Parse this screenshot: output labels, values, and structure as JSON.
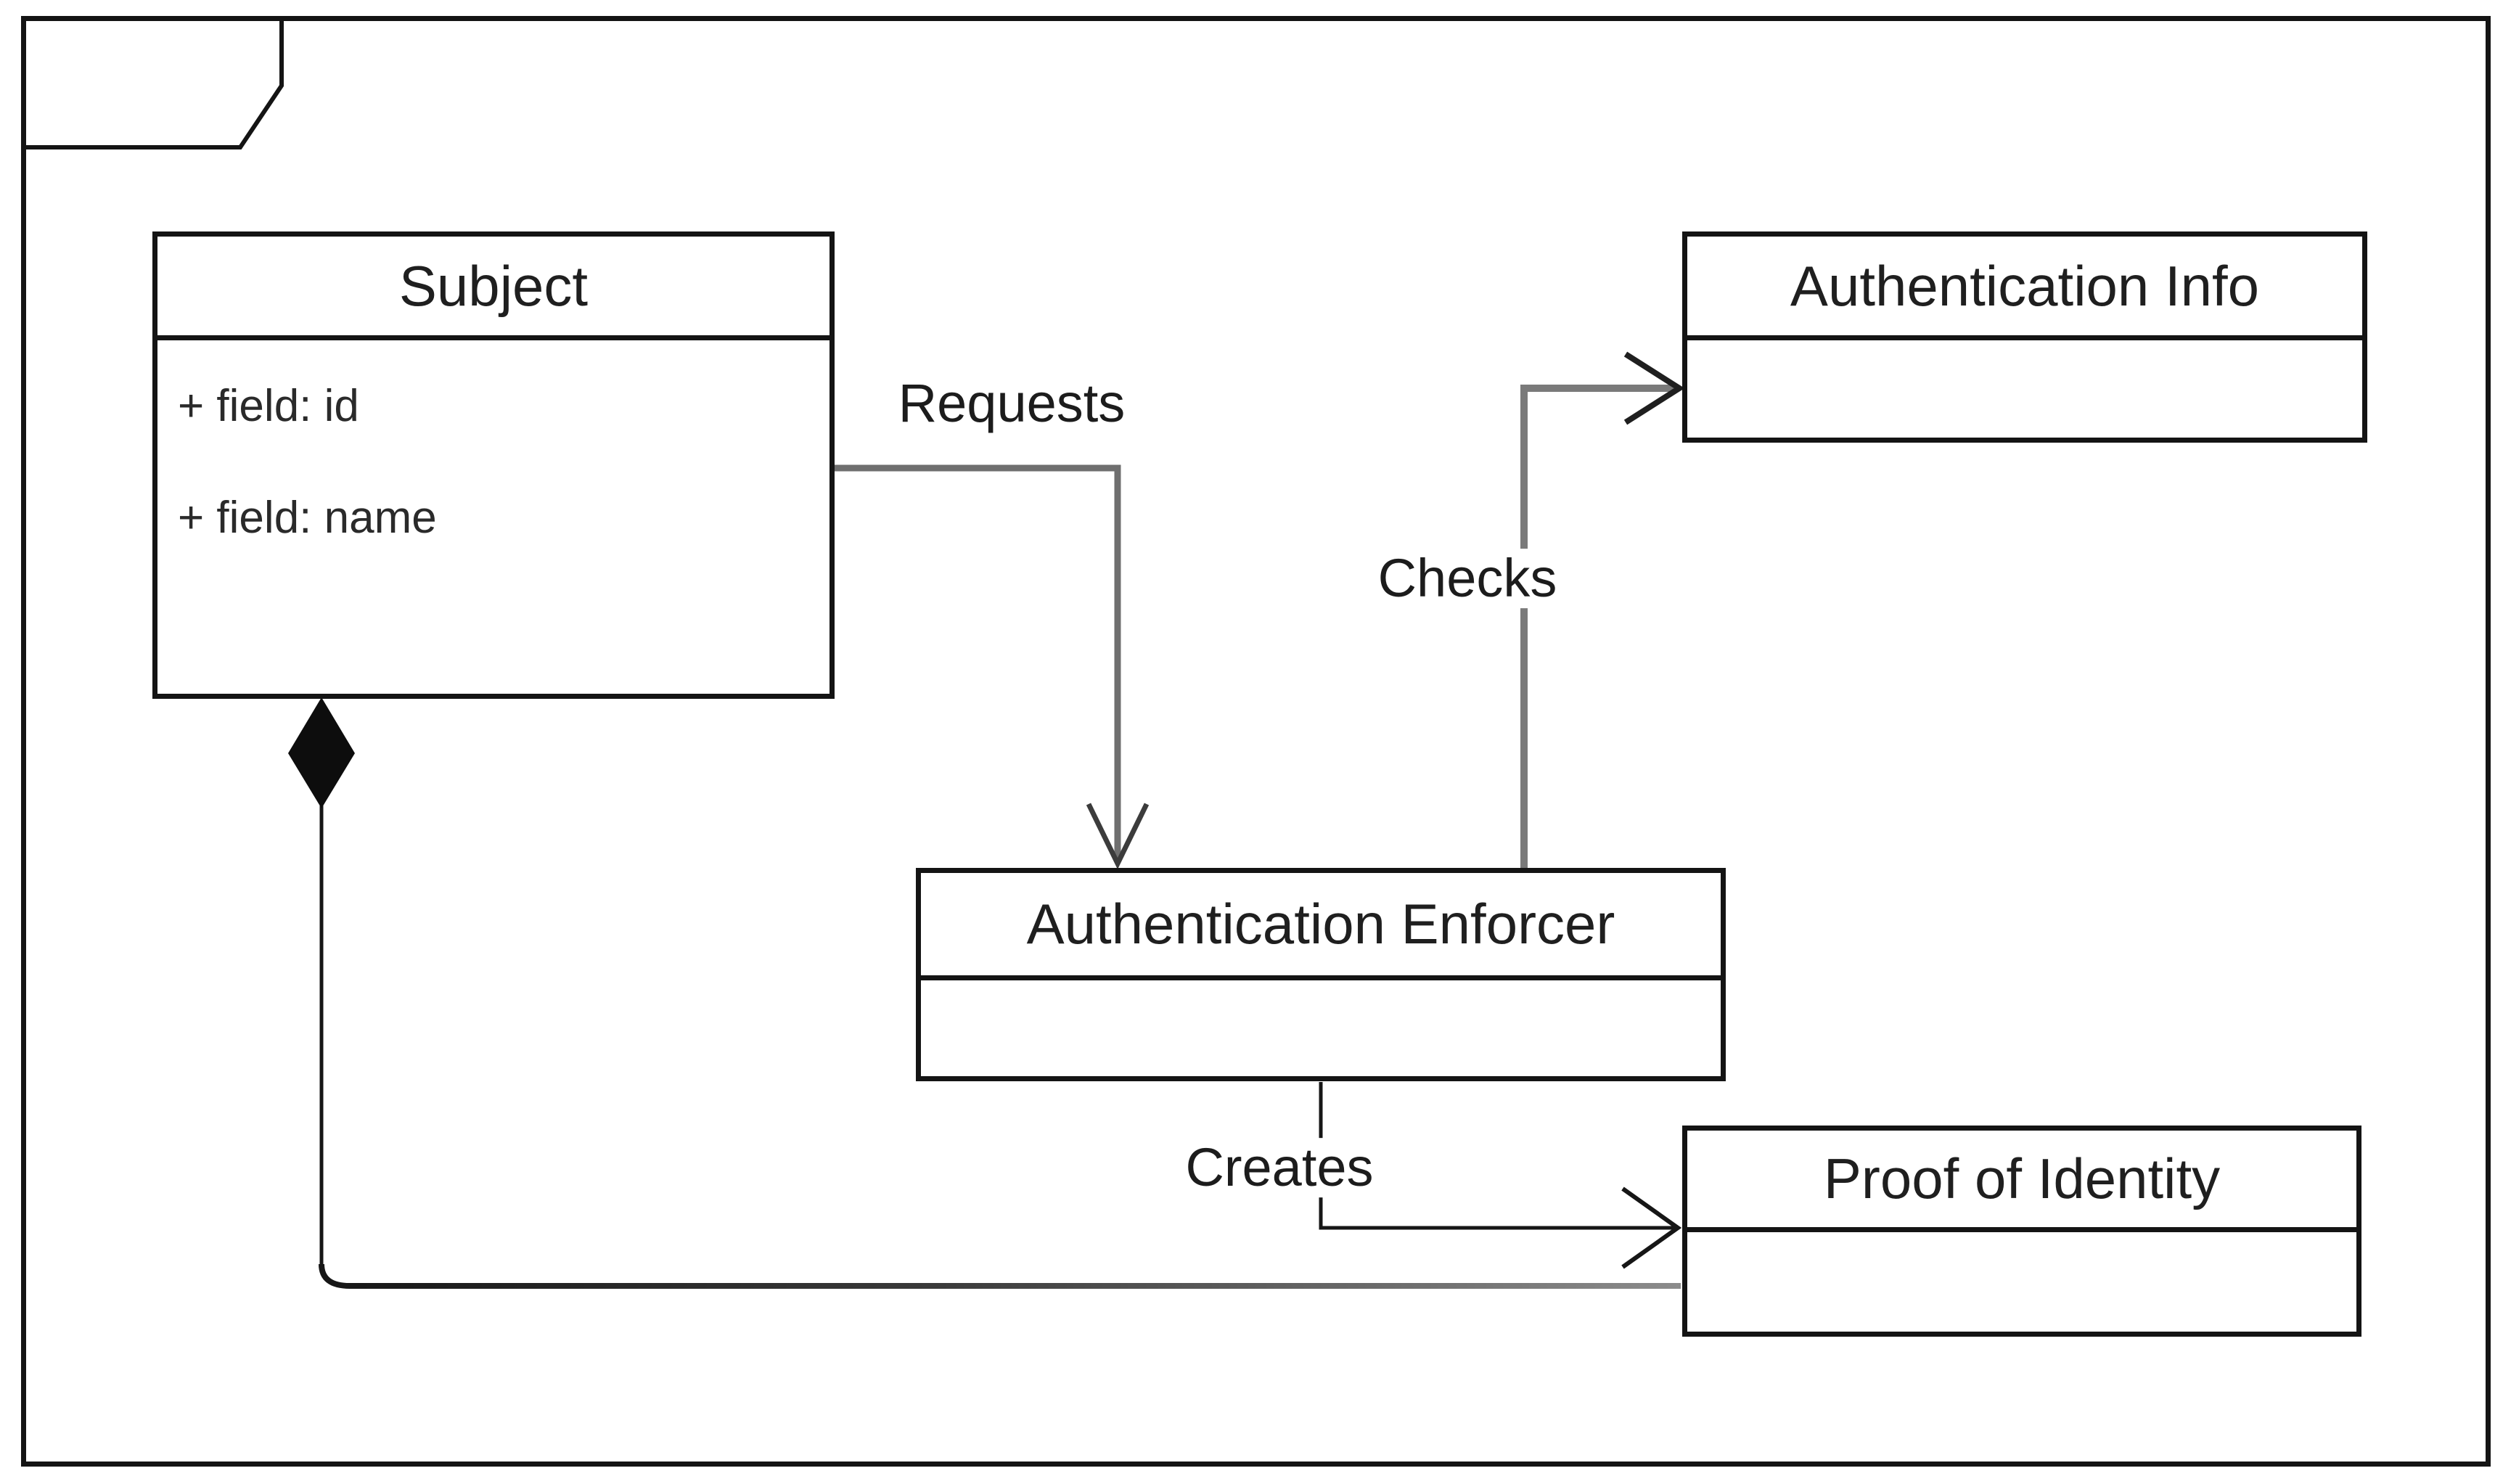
{
  "diagram": {
    "kind": "uml-class-diagram",
    "background": "#ffffff",
    "frame": {
      "style": "package-frame-with-tab",
      "tab_label": ""
    },
    "colors": {
      "box_border": "#141414",
      "text": "#1c1c1c",
      "connector_gray": "#7a7a7a",
      "connector_black": "#161616",
      "composition_gradient_start": "#161616",
      "composition_gradient_end": "#8c8c8c"
    },
    "classes": [
      {
        "id": "subject",
        "title": "Subject",
        "attributes": [
          "+ field: id",
          "+ field: name"
        ]
      },
      {
        "id": "authentication-info",
        "title": "Authentication Info",
        "attributes": []
      },
      {
        "id": "authentication-enforcer",
        "title": "Authentication Enforcer",
        "attributes": []
      },
      {
        "id": "proof-of-identity",
        "title": "Proof of Identity",
        "attributes": []
      }
    ],
    "relationships": [
      {
        "label": "Requests",
        "from": "subject",
        "to": "authentication-enforcer",
        "type": "directed-open-arrow"
      },
      {
        "label": "Checks",
        "from": "authentication-enforcer",
        "to": "authentication-info",
        "type": "directed-open-arrow"
      },
      {
        "label": "Creates",
        "from": "authentication-enforcer",
        "to": "proof-of-identity",
        "type": "directed-open-arrow"
      },
      {
        "label": "",
        "from": "subject",
        "to": "proof-of-identity",
        "type": "composition-filled-diamond"
      }
    ]
  }
}
